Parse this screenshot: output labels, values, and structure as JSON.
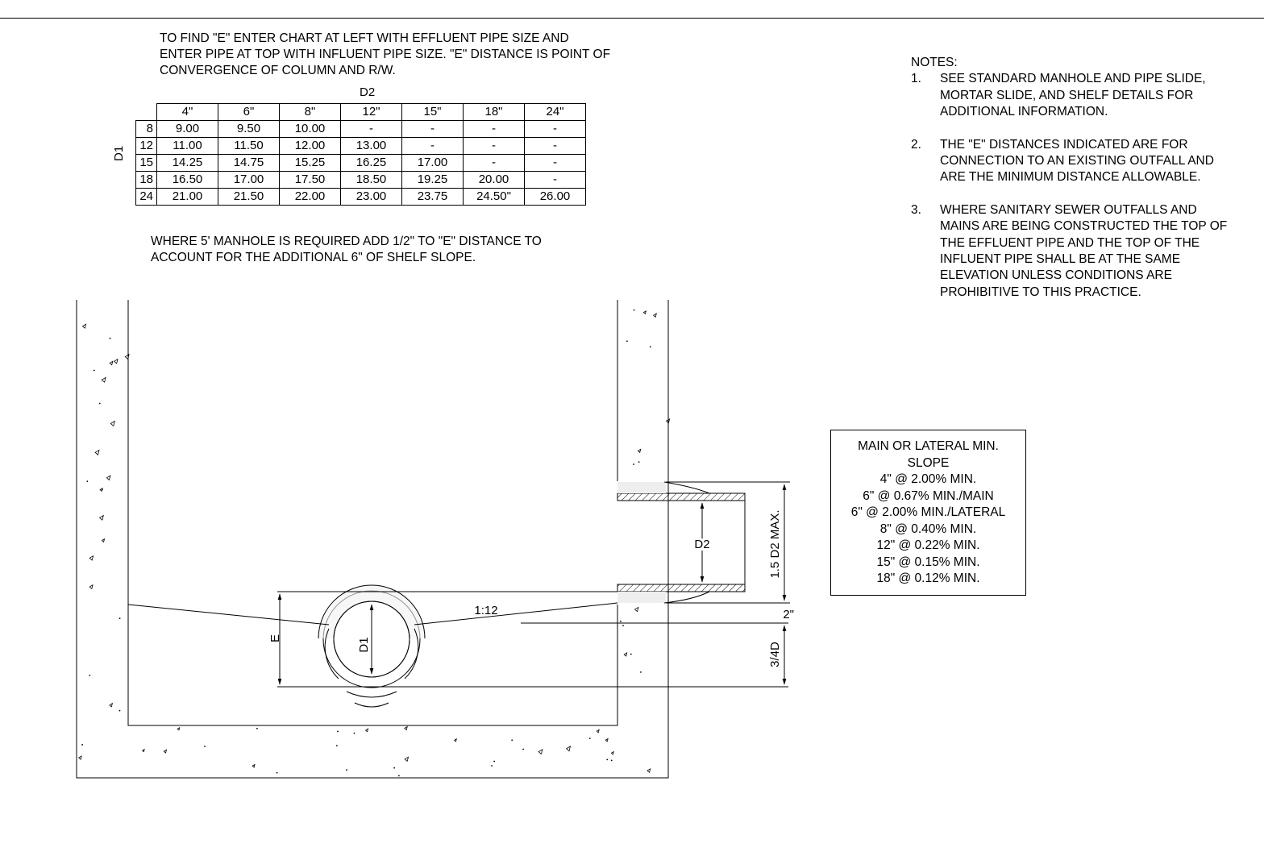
{
  "instructions": "TO FIND \"E\" ENTER CHART AT LEFT WITH EFFLUENT PIPE SIZE AND ENTER PIPE AT TOP WITH INFLUENT PIPE SIZE.  \"E\" DISTANCE IS POINT OF CONVERGENCE OF COLUMN AND R/W.",
  "table": {
    "col_header": "D2",
    "row_header": "D1",
    "columns": [
      "4\"",
      "6\"",
      "8\"",
      "12\"",
      "15\"",
      "18\"",
      "24\""
    ],
    "rows": [
      {
        "d1": "8",
        "cells": [
          "9.00",
          "9.50",
          "10.00",
          "-",
          "-",
          "-",
          "-"
        ]
      },
      {
        "d1": "12",
        "cells": [
          "11.00",
          "11.50",
          "12.00",
          "13.00",
          "-",
          "-",
          "-"
        ]
      },
      {
        "d1": "15",
        "cells": [
          "14.25",
          "14.75",
          "15.25",
          "16.25",
          "17.00",
          "-",
          "-"
        ]
      },
      {
        "d1": "18",
        "cells": [
          "16.50",
          "17.00",
          "17.50",
          "18.50",
          "19.25",
          "20.00",
          "-"
        ]
      },
      {
        "d1": "24",
        "cells": [
          "21.00",
          "21.50",
          "22.00",
          "23.00",
          "23.75",
          "24.50\"",
          "26.00"
        ]
      }
    ]
  },
  "manhole_note": "WHERE 5' MANHOLE IS REQUIRED ADD 1/2\" TO \"E\" DISTANCE TO ACCOUNT FOR THE ADDITIONAL 6\" OF SHELF SLOPE.",
  "notes": {
    "heading": "NOTES:",
    "items": [
      {
        "num": "1.",
        "text": "SEE STANDARD MANHOLE AND PIPE SLIDE, MORTAR SLIDE, AND SHELF DETAILS FOR ADDITIONAL INFORMATION."
      },
      {
        "num": "2.",
        "text": "THE \"E\" DISTANCES INDICATED ARE FOR CONNECTION TO AN EXISTING OUTFALL AND ARE THE MINIMUM DISTANCE ALLOWABLE."
      },
      {
        "num": "3.",
        "text": "WHERE SANITARY SEWER OUTFALLS AND MAINS ARE BEING CONSTRUCTED THE TOP OF THE EFFLUENT PIPE AND THE TOP OF THE INFLUENT PIPE SHALL BE AT THE SAME ELEVATION UNLESS CONDITIONS ARE PROHIBITIVE TO THIS PRACTICE."
      }
    ]
  },
  "slope_box": {
    "lines": [
      "MAIN OR LATERAL MIN.",
      "SLOPE",
      "4\" @ 2.00% MIN.",
      "6\" @ 0.67% MIN./MAIN",
      "6\" @ 2.00% MIN./LATERAL",
      "8\" @ 0.40% MIN.",
      "12\" @ 0.22% MIN.",
      "15\" @ 0.15% MIN.",
      "18\" @ 0.12% MIN."
    ]
  },
  "drawing": {
    "label_e": "E",
    "label_d1": "D1",
    "label_d2": "D2",
    "label_slope": "1:12",
    "label_max": "1.5 D2 MAX.",
    "label_2in": "2\"",
    "label_34d": "3/4D"
  }
}
